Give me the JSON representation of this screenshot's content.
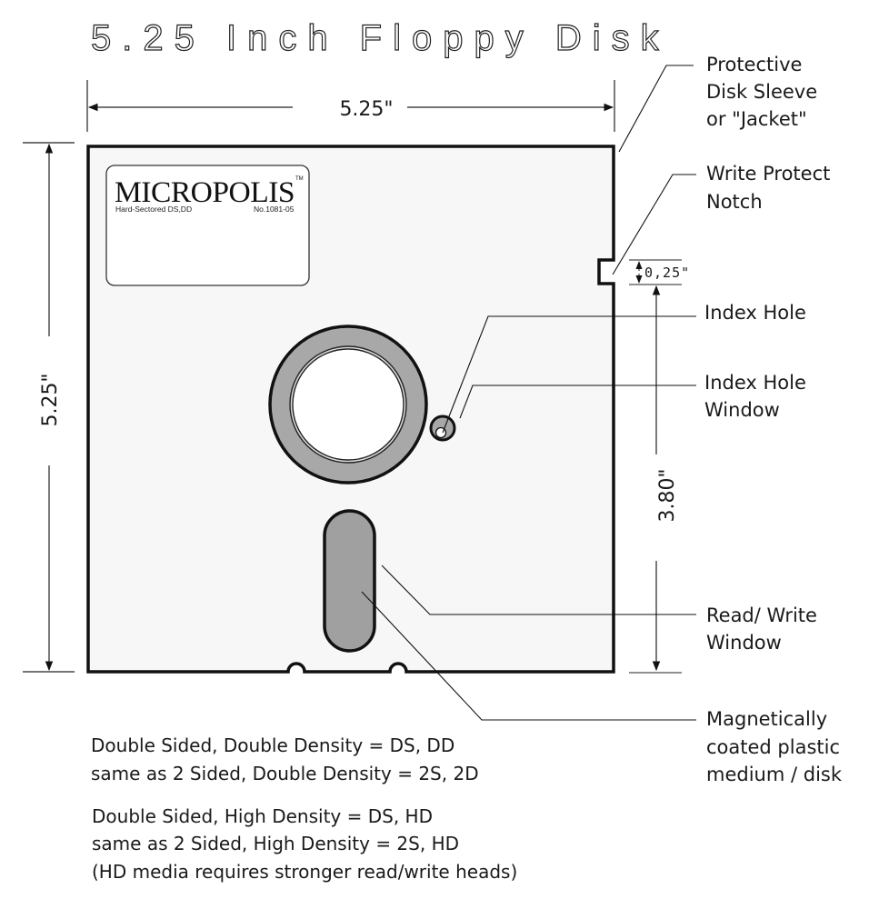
{
  "title": "5.25 Inch Floppy Disk",
  "dimensions": {
    "width": "5.25\"",
    "height": "5.25\"",
    "index_offset": "3.80\"",
    "notch_size": "0,25\""
  },
  "label": {
    "brand": "MICROPOLIS",
    "trademark": "TM",
    "type": "Hard-Sectored DS,DD",
    "part_number": "No.1081-05"
  },
  "callouts": {
    "jacket": [
      "Protective",
      "Disk Sleeve",
      "or \"Jacket\""
    ],
    "write_protect": [
      "Write Protect",
      "Notch"
    ],
    "index_hole": [
      "Index Hole"
    ],
    "index_window": [
      "Index Hole",
      "Window"
    ],
    "rw_window": [
      "Read/ Write",
      "Window"
    ],
    "medium": [
      "Magnetically",
      "coated plastic",
      "medium / disk"
    ]
  },
  "notes": {
    "dd": [
      "Double Sided, Double Density = DS, DD",
      "same as 2 Sided, Double Density = 2S, 2D"
    ],
    "hd": [
      "Double Sided, High Density = DS, HD",
      "same as 2 Sided, High Density = 2S, HD",
      "(HD media requires stronger read/write heads)"
    ]
  },
  "colors": {
    "jacket_fill": "#f7f7f7",
    "hub_ring": "#a8a8a8",
    "window_fill": "#a0a0a0",
    "stroke": "#111111"
  }
}
